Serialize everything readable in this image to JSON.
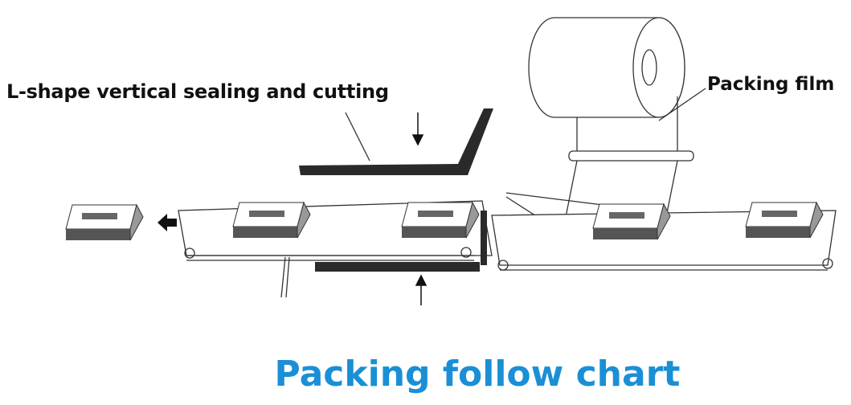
{
  "labels": {
    "sealing": "L-shape vertical sealing and cutting",
    "film": "Packing film"
  },
  "title": "Packing follow chart",
  "colors": {
    "title": "#1a8fd6",
    "sealer": "#333333",
    "product": "#555555"
  }
}
